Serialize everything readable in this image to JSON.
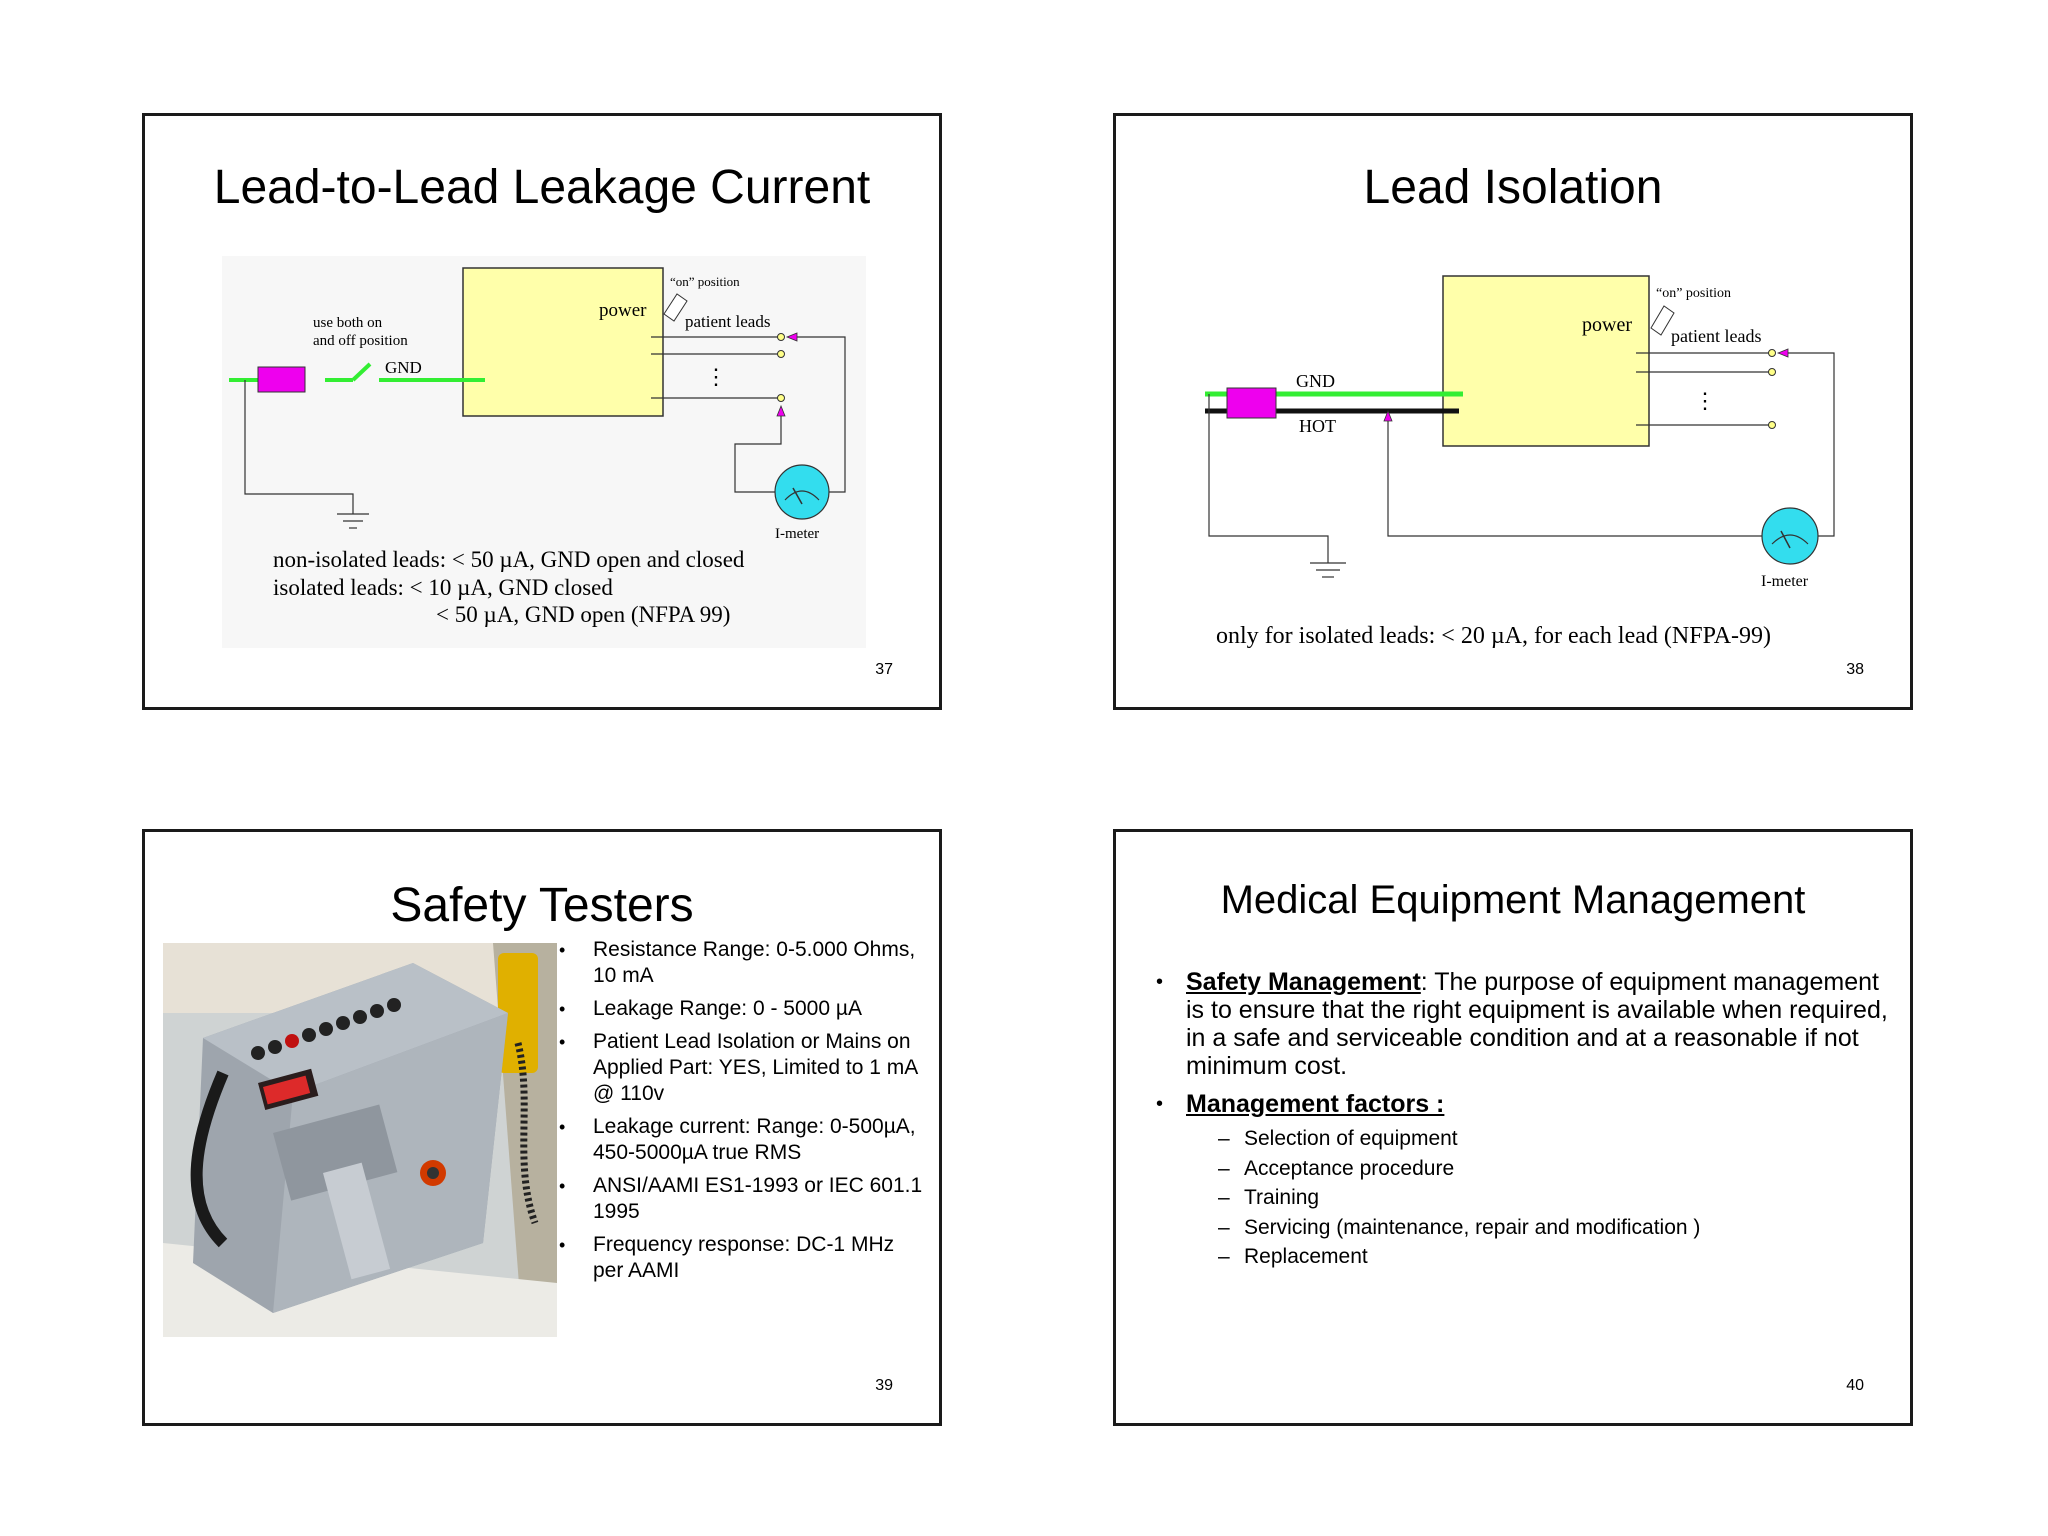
{
  "slide37": {
    "title": "Lead-to-Lead Leakage Current",
    "number": "37",
    "labels": {
      "use_both": "use both on",
      "and_off": "and off position",
      "gnd": "GND",
      "power": "power",
      "on_position": "“on” position",
      "patient_leads": "patient leads",
      "i_meter": "I-meter"
    },
    "notes": [
      "non-isolated leads: < 50 µA, GND open and closed",
      "isolated leads: < 10 µA, GND closed",
      "< 50 µA, GND open (NFPA 99)"
    ]
  },
  "slide38": {
    "title": "Lead Isolation",
    "number": "38",
    "labels": {
      "gnd": "GND",
      "hot": "HOT",
      "power": "power",
      "on_position": "“on” position",
      "patient_leads": "patient leads",
      "i_meter": "I-meter"
    },
    "note": "only for isolated leads: < 20 µA, for each lead (NFPA-99)"
  },
  "slide39": {
    "title": "Safety Testers",
    "number": "39",
    "bullets": [
      "Resistance Range: 0-5.000 Ohms, 10 mA",
      "Leakage Range: 0 - 5000 µA",
      "Patient Lead Isolation or Mains on Applied Part: YES, Limited to 1 mA @ 110v",
      "Leakage current: Range: 0-500µA, 450-5000µA true RMS",
      "ANSI/AAMI ES1-1993 or IEC 601.1 1995",
      "Frequency response: DC-1 MHz per AAMI"
    ]
  },
  "slide40": {
    "title": "Medical Equipment Management",
    "number": "40",
    "safety_heading": "Safety Management",
    "safety_text": ": The purpose of equipment management is to ensure that the right equipment is available when required, in a safe and serviceable condition and at a reasonable if not minimum cost.",
    "factors_heading": "Management factors :",
    "factors": [
      "Selection of equipment",
      "Acceptance procedure",
      "Training",
      "Servicing (maintenance, repair and modification )",
      "Replacement"
    ]
  },
  "colors": {
    "box_fill": "#ffffaa",
    "gnd_wire": "#33ee33",
    "fuse": "#ee00ee",
    "meter": "#33ddee",
    "diagram_bg": "#f7f7f7"
  }
}
